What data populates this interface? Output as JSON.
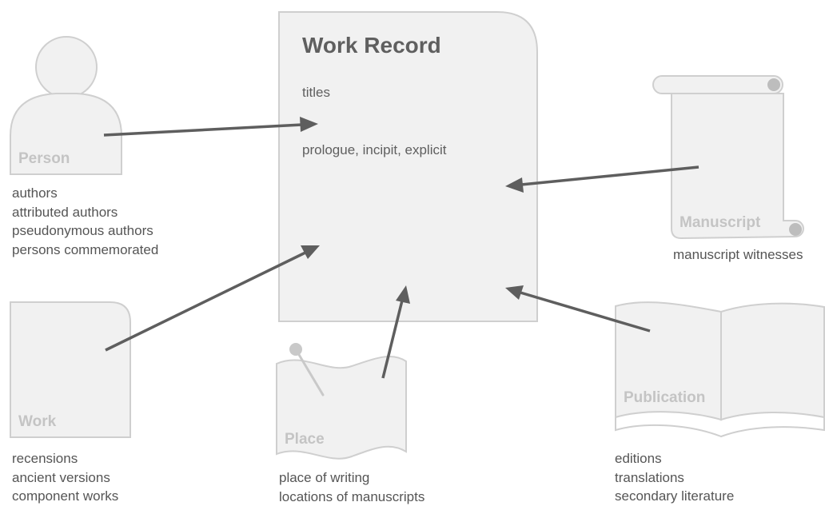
{
  "record": {
    "title": "Work Record",
    "fields": [
      "titles",
      "prologue, incipit, explicit"
    ]
  },
  "entities": {
    "person": {
      "label": "Person",
      "caption": [
        "authors",
        "attributed authors",
        "pseudonymous authors",
        "persons commemorated"
      ]
    },
    "work": {
      "label": "Work",
      "caption": [
        "recensions",
        "ancient versions",
        "component works"
      ]
    },
    "place": {
      "label": "Place",
      "caption": [
        "place of writing",
        "locations of manuscripts"
      ]
    },
    "manuscript": {
      "label": "Manuscript",
      "caption": [
        "manuscript witnesses"
      ]
    },
    "publication": {
      "label": "Publication",
      "caption": [
        "editions",
        "translations",
        "secondary literature"
      ]
    }
  },
  "colors": {
    "shape_fill": "#f1f1f1",
    "shape_stroke": "#cfcfcf",
    "shape_label": "#c4c4c4",
    "arrow": "#5e5e5e",
    "text": "#555555"
  },
  "icons": {
    "person": "person-silhouette-icon",
    "work": "document-icon",
    "place": "map-pin-icon",
    "manuscript": "scroll-icon",
    "publication": "open-book-icon"
  }
}
